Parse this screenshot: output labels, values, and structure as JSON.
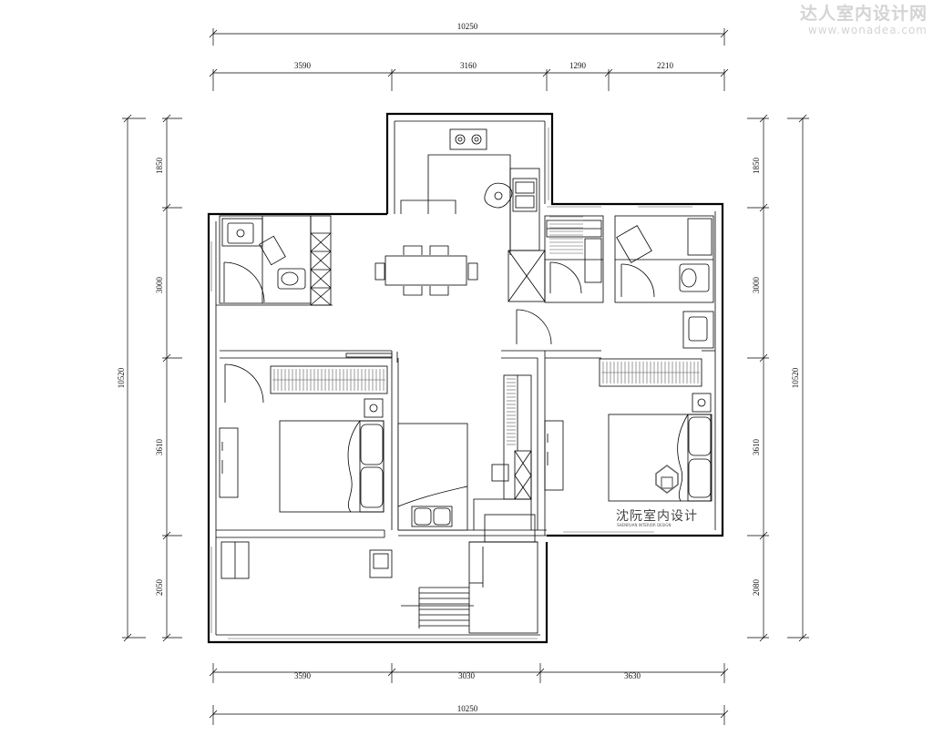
{
  "watermark": {
    "brand": "达人室内设计网",
    "url": "www.wonadea.com"
  },
  "stamp": {
    "name": "沈阮室内设计",
    "subtitle": "SHENRUAN INTERIOR DESIGN"
  },
  "dimensions": {
    "top_total": "10250",
    "top_segments": [
      "3590",
      "3160",
      "1290",
      "2210"
    ],
    "bottom_segments": [
      "3590",
      "3030",
      "3630"
    ],
    "bottom_total": "10250",
    "left_segments": [
      "1850",
      "3000",
      "3610",
      "2050"
    ],
    "left_total": "10520",
    "right_segments": [
      "1850",
      "3000",
      "3610",
      "2080"
    ],
    "right_total": "10520"
  }
}
